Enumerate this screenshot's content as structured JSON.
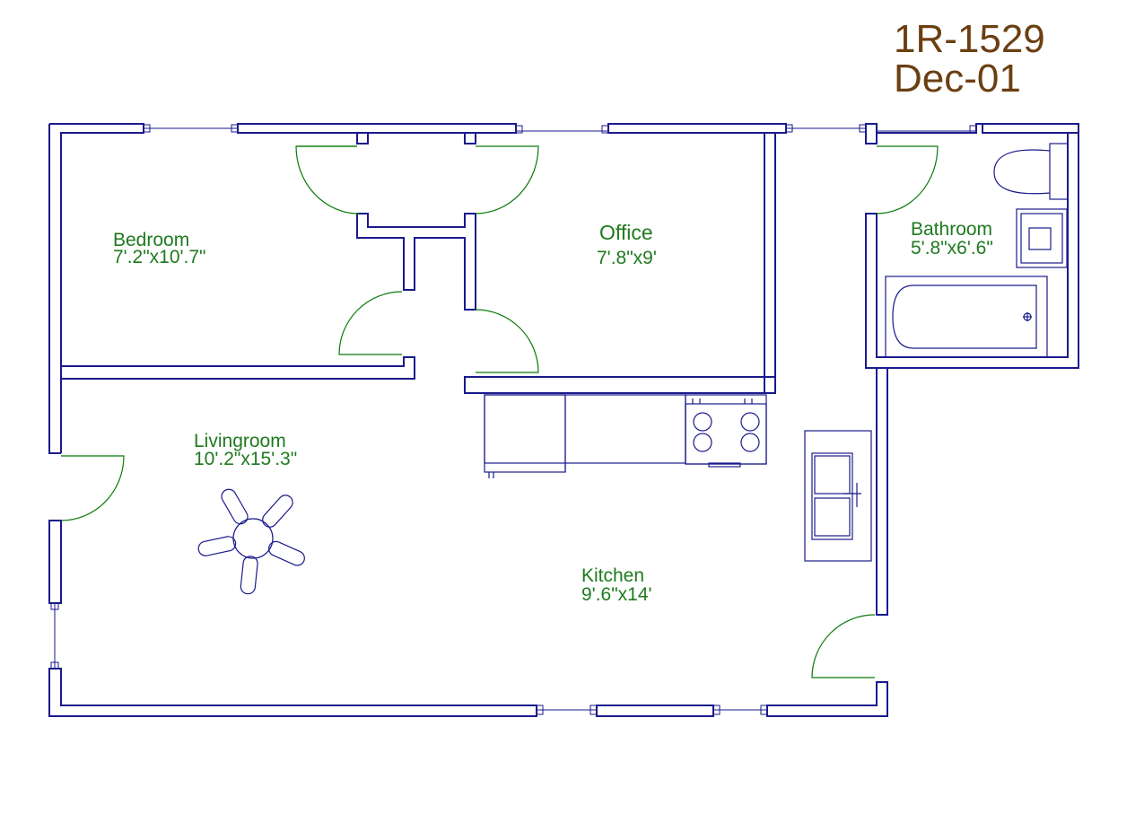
{
  "title": {
    "plan_id": "1R-1529",
    "date": "Dec-01"
  },
  "colors": {
    "walls": "#1a1a8c",
    "labels": "#1f7a1f",
    "doors": "#0a7a0a",
    "title": "#6b3f12"
  },
  "rooms": {
    "bedroom": {
      "name": "Bedroom",
      "dims": "7'.2\"x10'.7\""
    },
    "office": {
      "name": "Office",
      "dims": "7'.8\"x9'"
    },
    "bathroom": {
      "name": "Bathroom",
      "dims": "5'.8\"x6'.6\""
    },
    "livingroom": {
      "name": "Livingroom",
      "dims": "10'.2\"x15'.3\""
    },
    "kitchen": {
      "name": "Kitchen",
      "dims": "9'.6\"x14'"
    }
  },
  "fixtures": [
    "toilet-icon",
    "sink-icon",
    "bathtub-icon",
    "ceiling-fan-icon",
    "stove-icon",
    "kitchen-sink-icon",
    "counter-icon"
  ]
}
